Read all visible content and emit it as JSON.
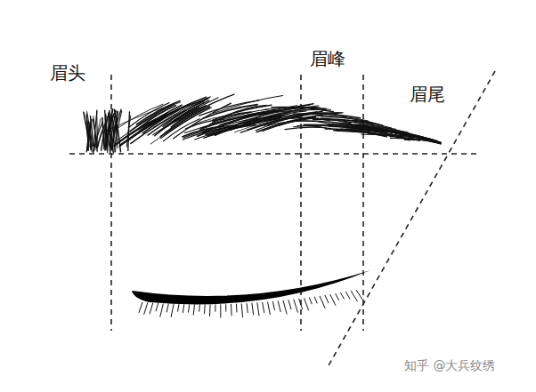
{
  "diagram": {
    "labels": [
      "眉头",
      "眉峰",
      "眉尾",
      "知乎 @大兵纹绣"
    ]
  }
}
